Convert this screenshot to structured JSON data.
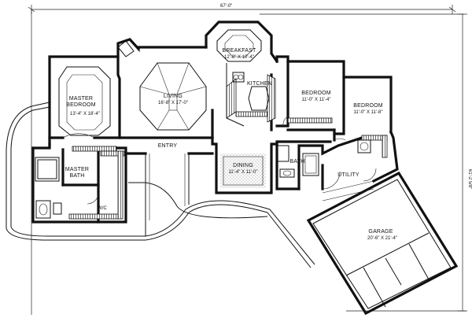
{
  "dimensions": {
    "top": "67'-0\"",
    "right": "61'-2 5/8\""
  },
  "rooms": {
    "master_bedroom": {
      "name": "MASTER BEDROOM",
      "size": "13'-4\" X 18'-4\""
    },
    "living": {
      "name": "LIVING",
      "size": "16'-8\" X 17'-0\""
    },
    "breakfast": {
      "name": "BREAKFAST",
      "size": "12'-8\" X 10'-4\""
    },
    "kitchen": {
      "name": "KITCHEN"
    },
    "bedroom_1": {
      "name": "BEDROOM",
      "size": "11'-0\" X 11'-4\""
    },
    "bedroom_2": {
      "name": "BEDROOM",
      "size": "11'-0\" X 11'-8\""
    },
    "entry": {
      "name": "ENTRY"
    },
    "dining": {
      "name": "DINING",
      "size": "11'-4\" X 11'-0\""
    },
    "bath": {
      "name": "BATH"
    },
    "utility": {
      "name": "UTILITY"
    },
    "master_bath": {
      "name": "MASTER BATH"
    },
    "wic": {
      "name": "W/C"
    },
    "garage": {
      "name": "GARAGE",
      "size": "20'-6\" X 21'-4\""
    }
  }
}
